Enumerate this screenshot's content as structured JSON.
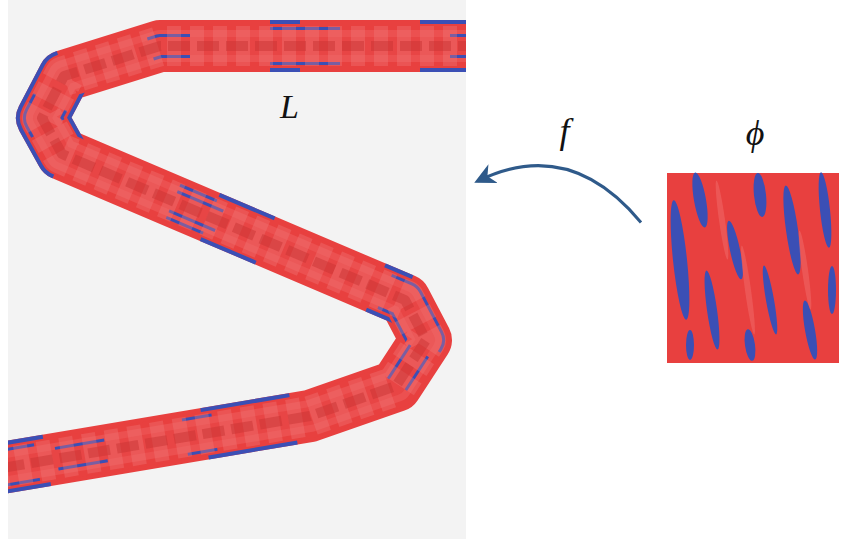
{
  "diagram": {
    "nodes": [
      {
        "text": [
          "L"
        ]
      },
      {
        "text": [
          "ϕ"
        ]
      }
    ],
    "edges": [
      {
        "from": 1,
        "to": 0,
        "label": "f",
        "arrow": "to"
      }
    ]
  }
}
